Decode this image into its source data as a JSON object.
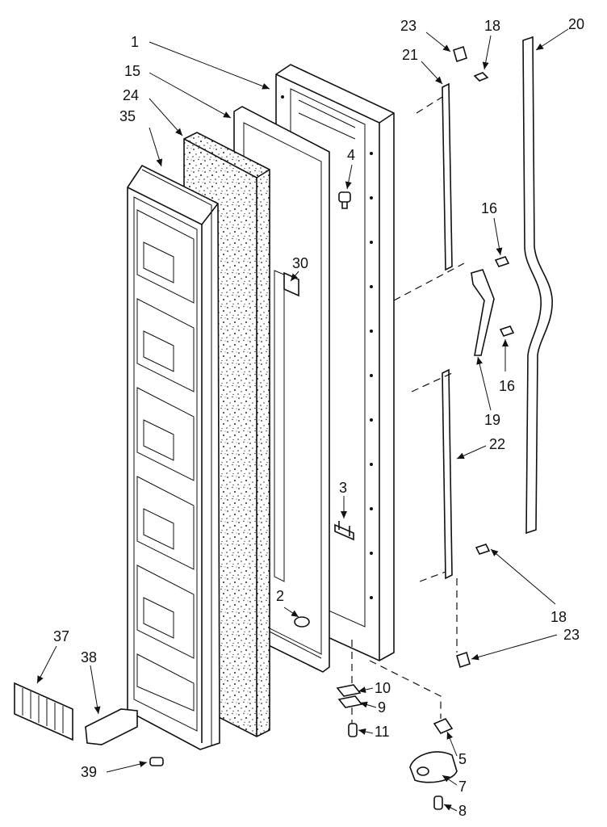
{
  "callouts": [
    "1",
    "15",
    "24",
    "35",
    "23",
    "18",
    "21",
    "20",
    "4",
    "30",
    "16",
    "16",
    "19",
    "22",
    "3",
    "2",
    "18",
    "23",
    "10",
    "9",
    "11",
    "5",
    "7",
    "8",
    "37",
    "38",
    "39"
  ]
}
